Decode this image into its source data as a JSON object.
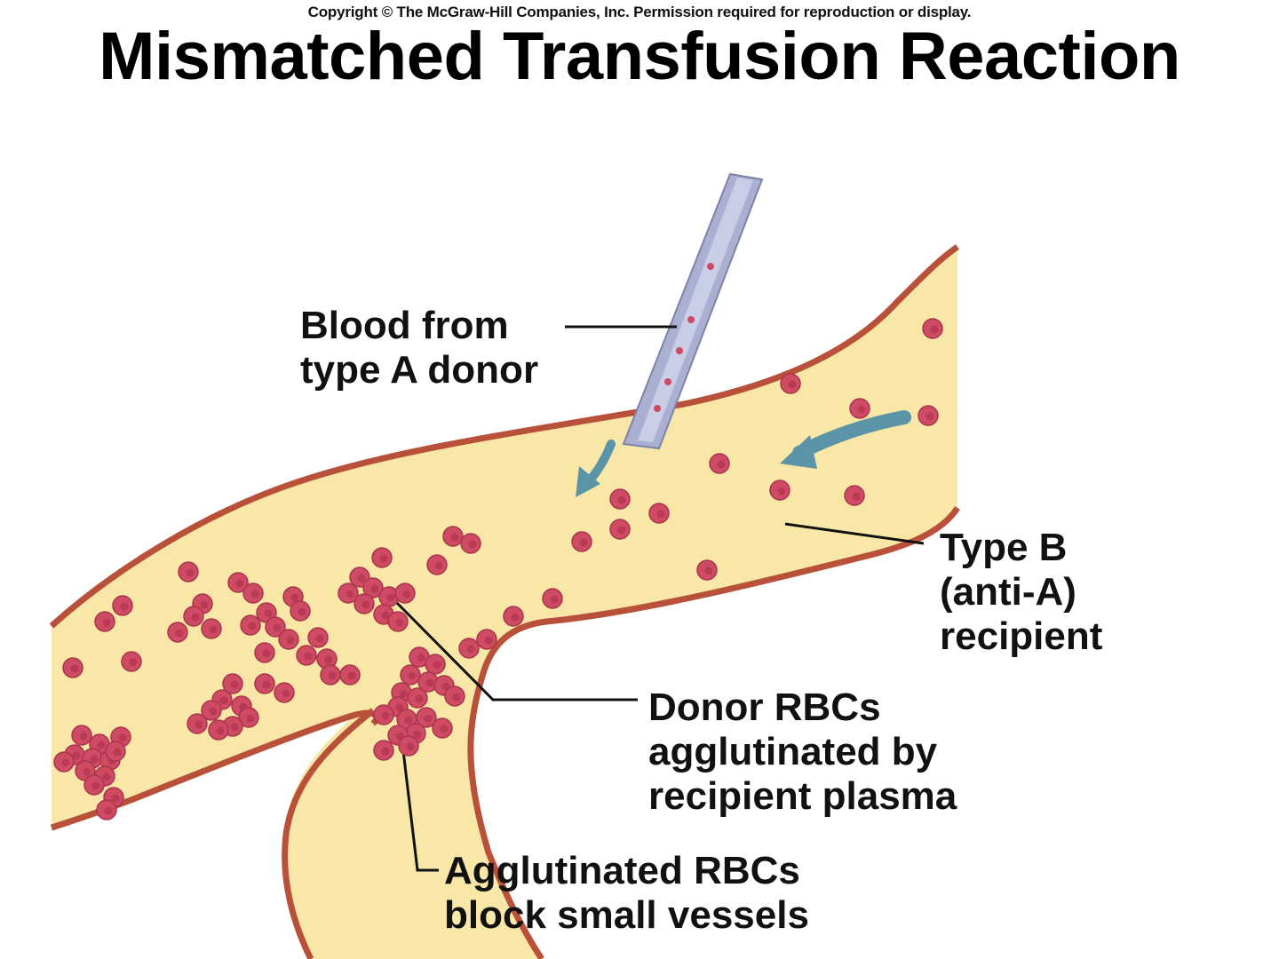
{
  "copyright": "Copyright © The McGraw-Hill Companies, Inc. Permission required for reproduction or display.",
  "title": "Mismatched Transfusion Reaction",
  "labels": {
    "donor_blood": [
      "Blood from",
      "type A donor"
    ],
    "recipient": [
      "Type B",
      "(anti-A)",
      "recipient"
    ],
    "agglutinated": [
      "Donor RBCs",
      "agglutinated by",
      "recipient plasma"
    ],
    "blocked_vessels": [
      "Agglutinated RBCs",
      "block small vessels"
    ]
  },
  "colors": {
    "plasma": "#f8e7a6",
    "vessel_wall": "#b8503a",
    "rbc": "#cf4a63",
    "flow_arrow": "#5b93a8",
    "needle": "#aab0d2"
  },
  "icons": {
    "flow_arrow": "arrow-icon",
    "needle": "syringe-needle-icon",
    "rbc": "red-blood-cell-icon"
  }
}
